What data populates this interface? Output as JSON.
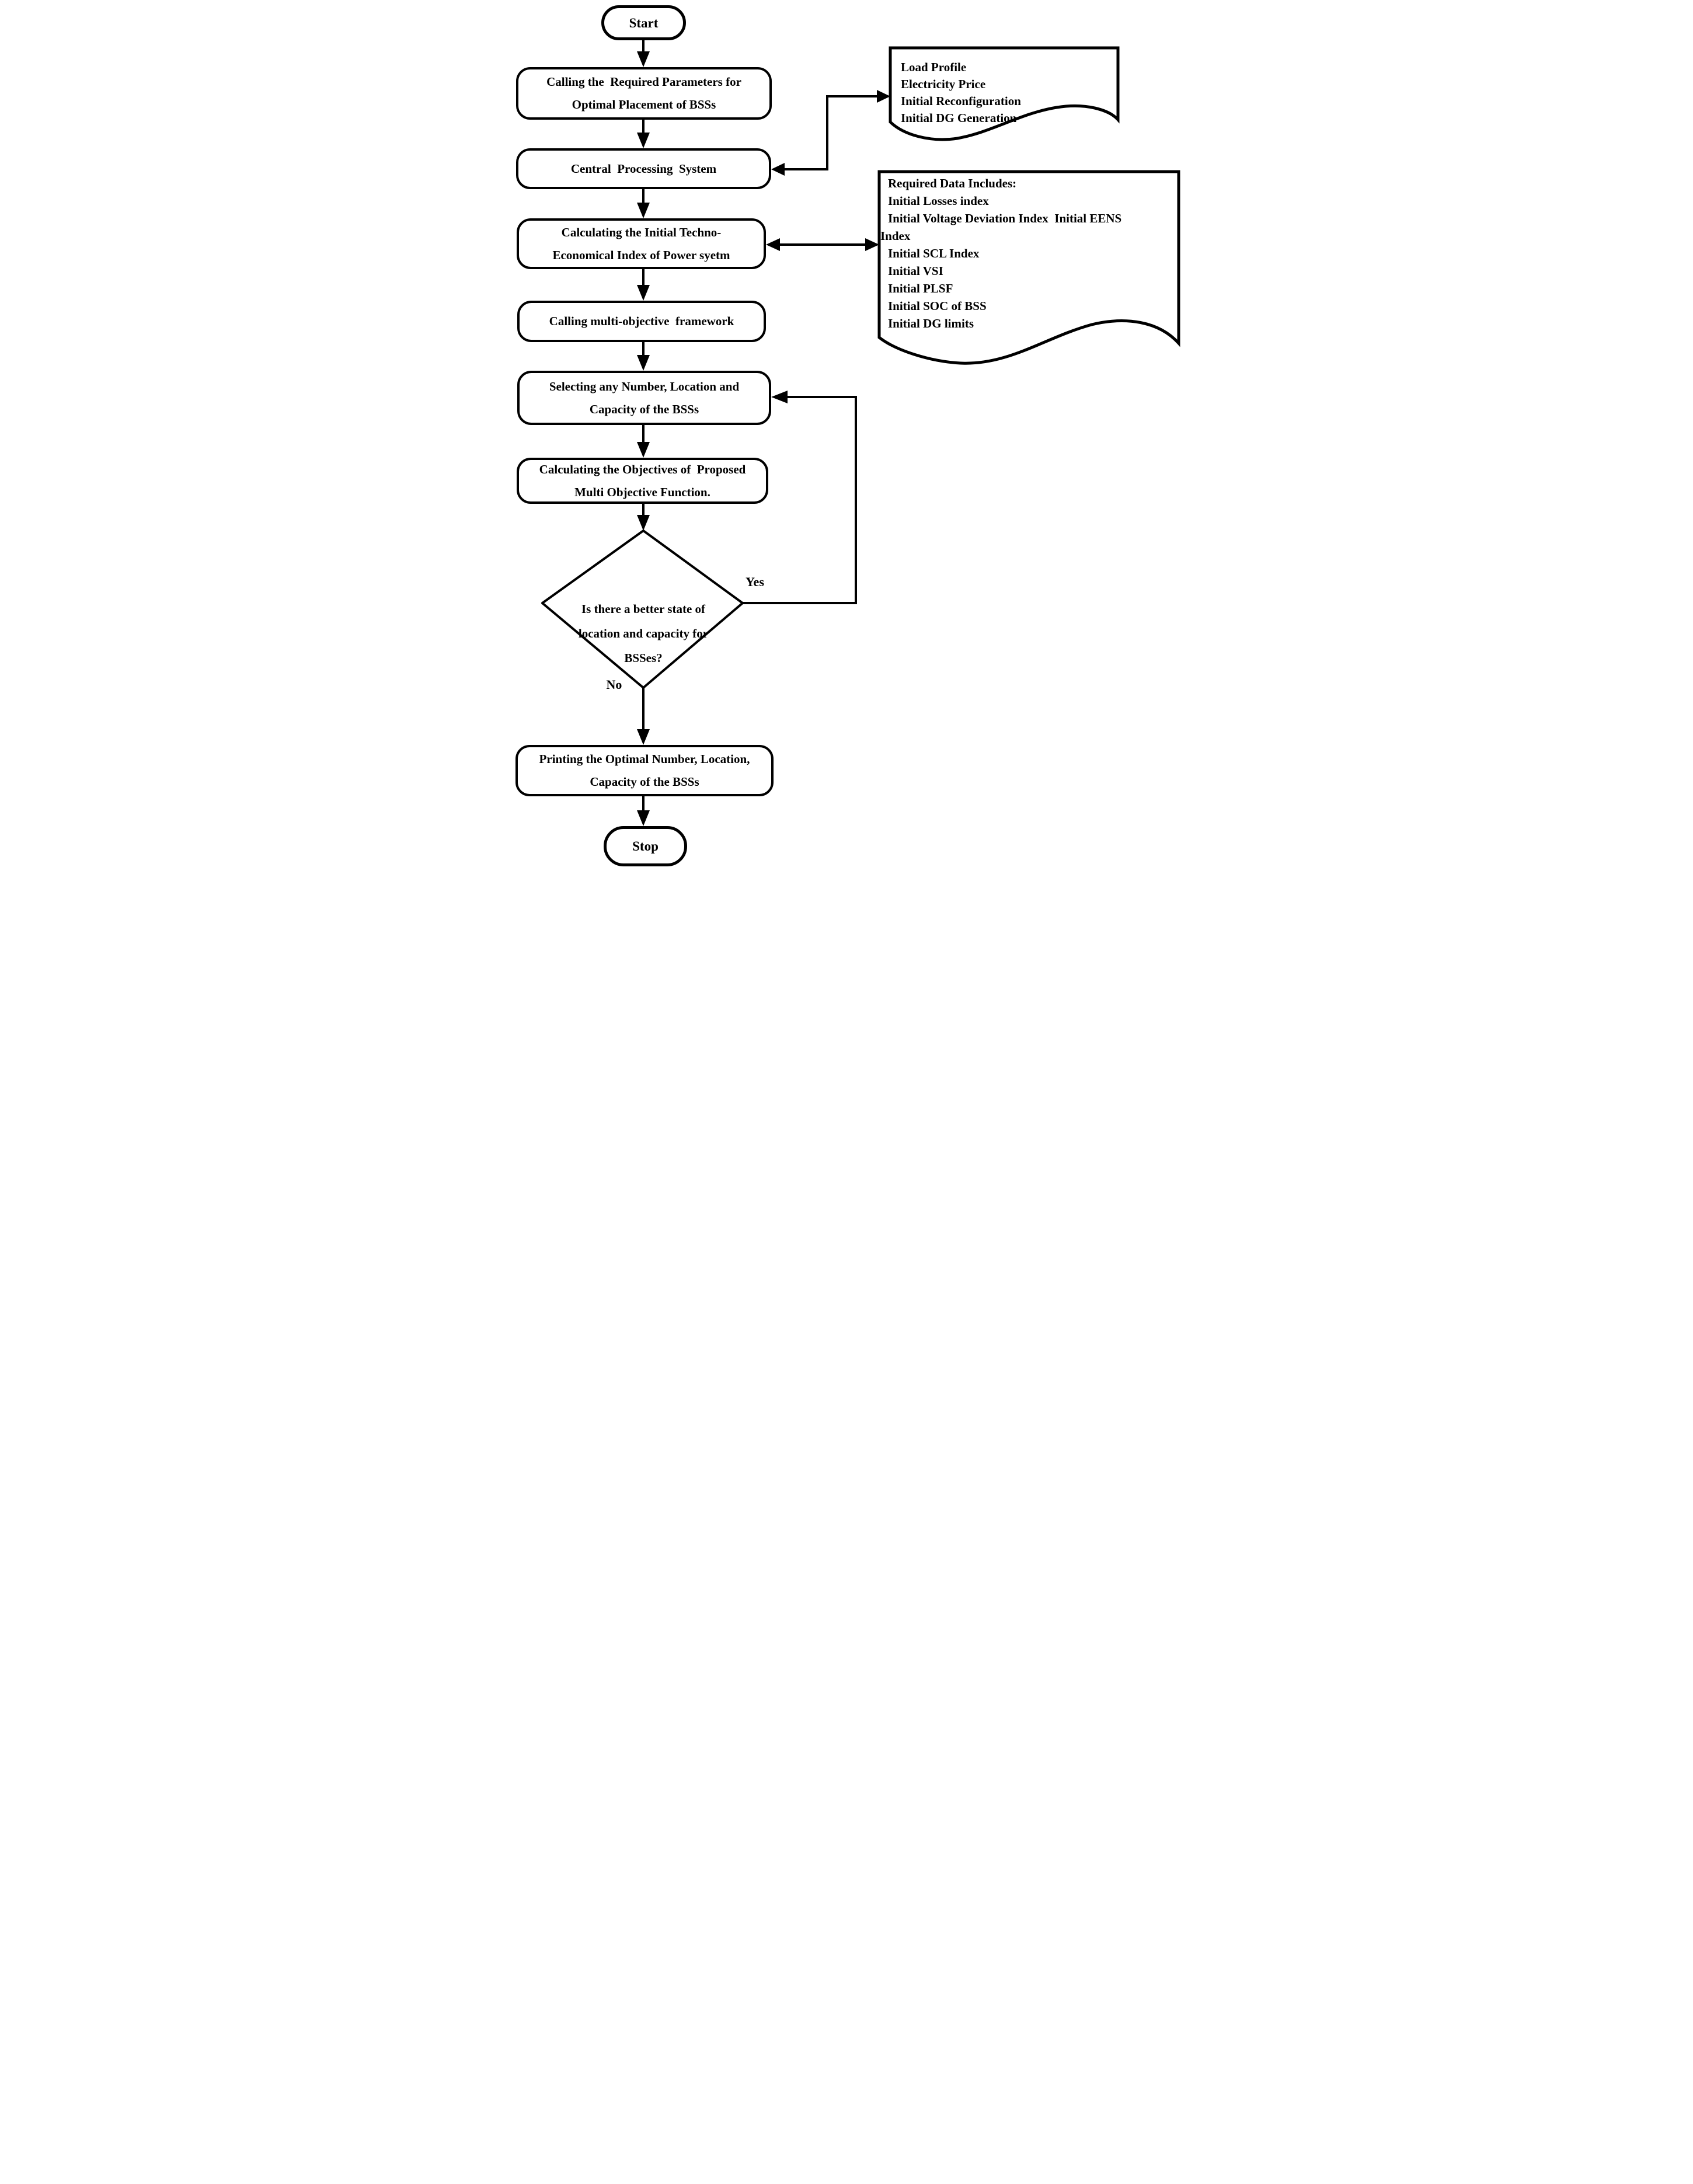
{
  "nodes": {
    "start": {
      "label": "Start"
    },
    "calling_params": {
      "label": "Calling the  Required Parameters for\nOptimal Placement of BSSs"
    },
    "cps": {
      "label": "Central  Processing  System"
    },
    "techno_index": {
      "label": "Calculating the Initial Techno-\nEconomical Index of Power syetm"
    },
    "multi_objective": {
      "label": "Calling multi-objective  framework"
    },
    "selecting": {
      "label": "Selecting any Number, Location and\nCapacity of the BSSs"
    },
    "objectives": {
      "label": "Calculating the Objectives of  Proposed\nMulti Objective Function."
    },
    "decision": {
      "label": "Is there a better state of\nlocation and capacity for\nBSSes?"
    },
    "printing": {
      "label": "Printing the Optimal Number, Location,\nCapacity of the BSSs"
    },
    "stop": {
      "label": "Stop"
    }
  },
  "documents": {
    "doc1": {
      "lines": [
        "Load Profile",
        "Electricity Price",
        "Initial Reconfiguration",
        "Initial DG Generation"
      ]
    },
    "doc2": {
      "lines": [
        "Required Data Includes:",
        "Initial Losses index",
        "Initial Voltage Deviation Index  Initial EENS",
        "Index",
        "Initial SCL Index",
        "Initial VSI",
        "Initial PLSF",
        "Initial SOC of BSS",
        "Initial DG limits"
      ]
    }
  },
  "edges": {
    "yes_label": "Yes",
    "no_label": "No"
  },
  "colors": {
    "stroke": "#000000",
    "fill": "#ffffff"
  }
}
